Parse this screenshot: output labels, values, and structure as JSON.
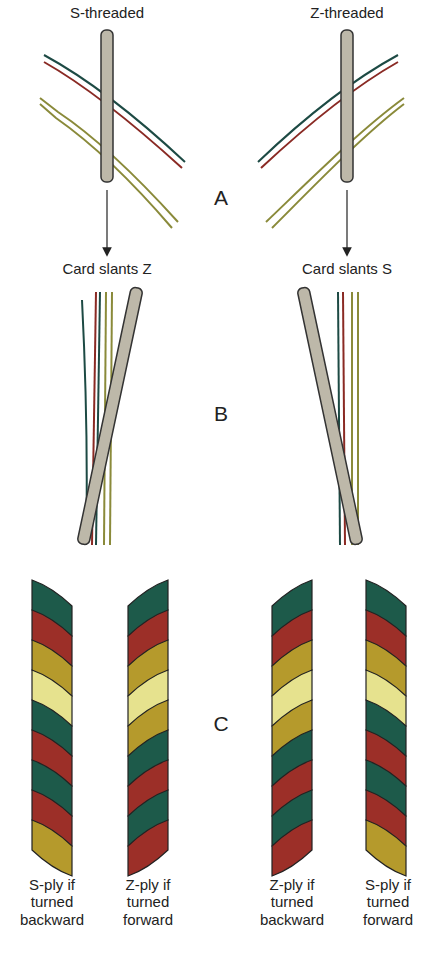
{
  "diagram": {
    "labels": [
      "S-threaded",
      "Z-threaded",
      "A",
      "Card slants Z",
      "Card slants S",
      "B",
      "C",
      "S-ply if turned backward",
      "Z-ply if turned forward",
      "Z-ply if turned backward",
      "S-ply if turned forward"
    ]
  }
}
